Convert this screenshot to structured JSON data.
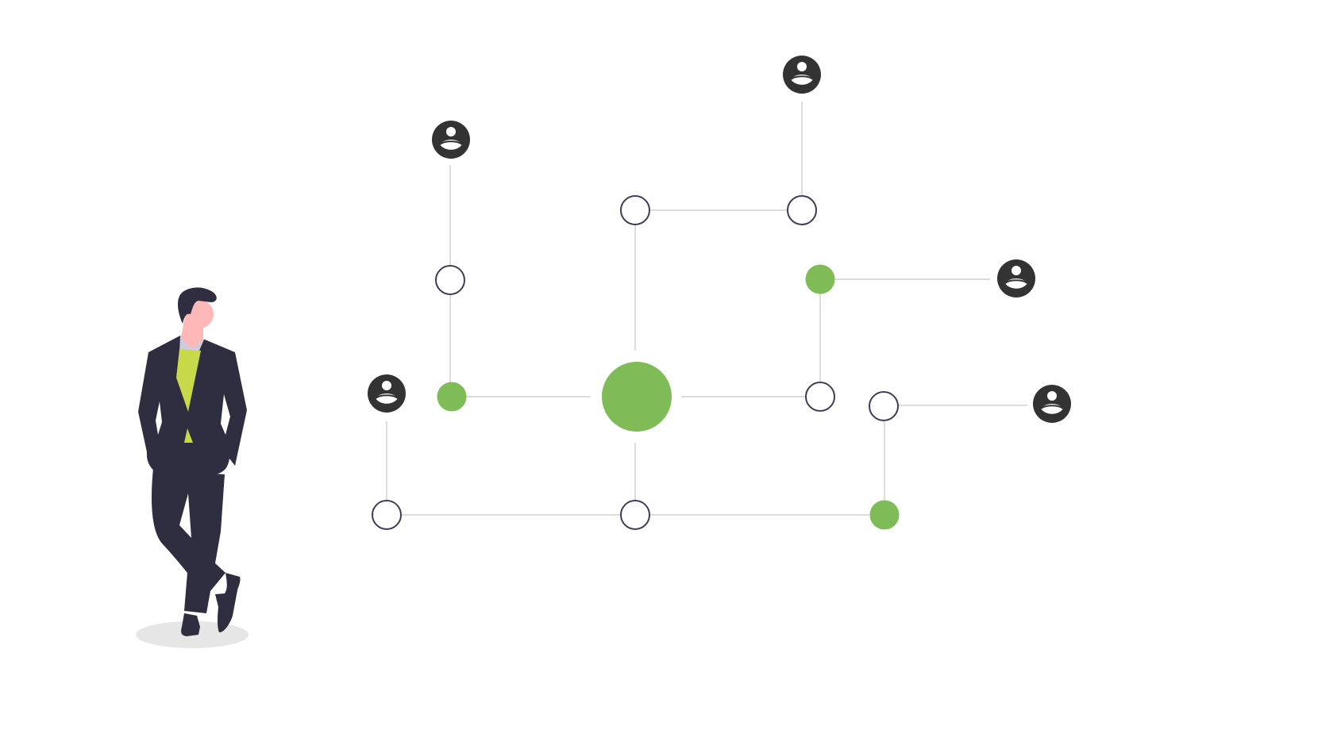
{
  "colors": {
    "accent": "#7fbc57",
    "node_outline": "#3f3d56",
    "edge": "#d0d0d0",
    "user_icon": "#333333",
    "suit": "#2f2e41",
    "skin": "#ffb8b8",
    "tie": "#c8d94a",
    "shadow": "#e6e6e6"
  },
  "diagram": {
    "hub": {
      "type": "central-node"
    },
    "users": 5,
    "hollow_nodes": 7,
    "active_nodes": 3
  }
}
